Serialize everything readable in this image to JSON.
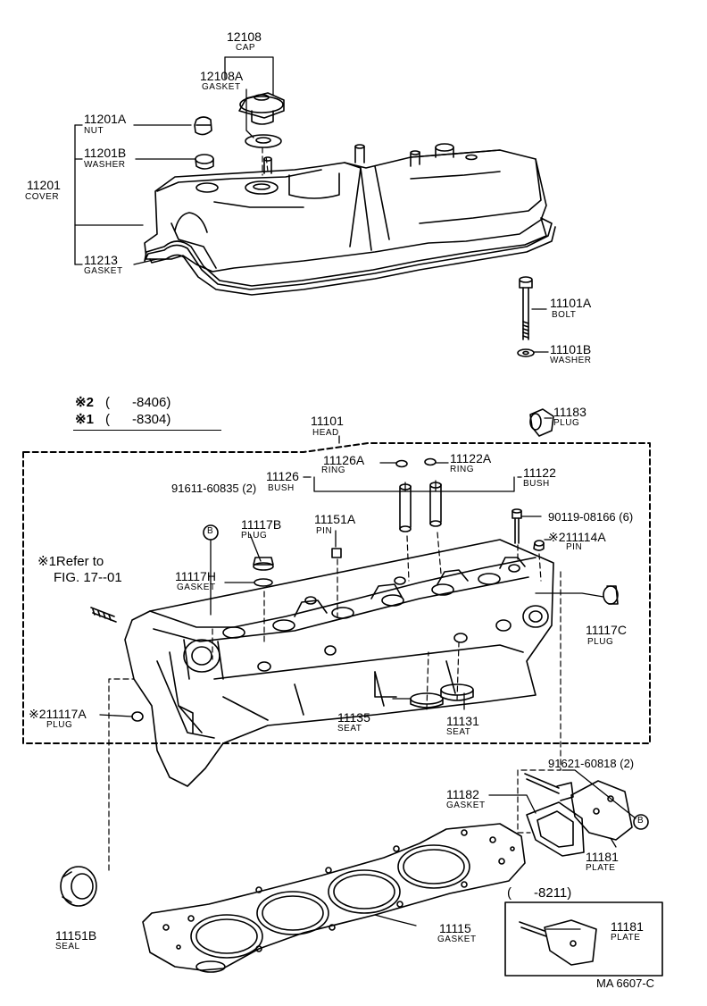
{
  "diagram_code": "MA 6607-C",
  "notes": {
    "n2_symbol": "※2",
    "n2_range": "(      -8406)",
    "n1_symbol": "※1",
    "n1_range": "(      -8304)",
    "refer_line1": "※1Refer to",
    "refer_line2": "FIG. 17--01",
    "sub_range": "(      -8211)",
    "circle_b": "B"
  },
  "parts": {
    "p12108": {
      "num": "12108",
      "name": "CAP"
    },
    "p12108A": {
      "num": "12108A",
      "name": "GASKET"
    },
    "p11201A": {
      "num": "11201A",
      "name": "NUT"
    },
    "p11201B": {
      "num": "11201B",
      "name": "WASHER"
    },
    "p11201": {
      "num": "11201",
      "name": "COVER"
    },
    "p11213": {
      "num": "11213",
      "name": "GASKET"
    },
    "p11101A": {
      "num": "11101A",
      "name": "BOLT"
    },
    "p11101B": {
      "num": "11101B",
      "name": "WASHER"
    },
    "p11101": {
      "num": "11101",
      "name": "HEAD"
    },
    "p11183": {
      "num": "11183",
      "name": "PLUG"
    },
    "p11126A": {
      "num": "11126A"
    },
    "p11126": {
      "num": "11126",
      "name": "RING"
    },
    "p11122A": {
      "num": "11122A",
      "name": "RING"
    },
    "p11122": {
      "num": "11122",
      "name": "BUSH"
    },
    "p91611": {
      "num": "91611-60835 (2)",
      "name": "BUSH"
    },
    "p11117B": {
      "num": "11117B",
      "name": "PLUG"
    },
    "p11151A": {
      "num": "11151A",
      "name": "PIN"
    },
    "p90119": {
      "num": "90119-08166 (6)"
    },
    "p11114A": {
      "num": "※211114A",
      "name": "PIN"
    },
    "p11117H": {
      "num": "11117H",
      "name": "GASKET"
    },
    "p11117C": {
      "num": "11117C",
      "name": "PLUG"
    },
    "p11117A": {
      "num": "※211117A",
      "name": "PLUG"
    },
    "p11135": {
      "num": "11135",
      "name": "SEAT"
    },
    "p11131": {
      "num": "11131",
      "name": "SEAT"
    },
    "p91621": {
      "num": "91621-60818 (2)"
    },
    "p11182": {
      "num": "11182",
      "name": "GASKET"
    },
    "p11181": {
      "num": "11181",
      "name": "PLATE"
    },
    "p11181b": {
      "num": "11181",
      "name": "PLATE"
    },
    "p11151B": {
      "num": "11151B",
      "name": "SEAL"
    },
    "p11115": {
      "num": "11115",
      "name": "GASKET"
    }
  }
}
